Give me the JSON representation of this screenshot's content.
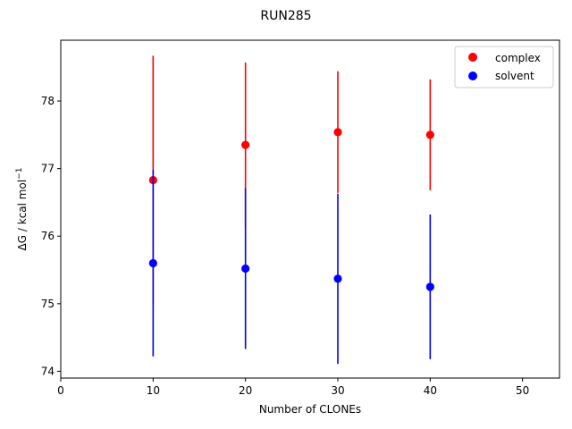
{
  "chart_data": {
    "type": "scatter",
    "title": "RUN285",
    "xlabel": "Number of CLONEs",
    "ylabel": "ΔG / kcal mol",
    "ylabel_superscript": "−1",
    "xlim": [
      0,
      54
    ],
    "ylim": [
      73.9,
      78.9
    ],
    "xticks": [
      0,
      10,
      20,
      30,
      40,
      50
    ],
    "yticks": [
      74,
      75,
      76,
      77,
      78
    ],
    "grid": false,
    "legend_position": "top-right",
    "series": [
      {
        "name": "complex",
        "color": "#ff0000",
        "x": [
          10,
          20,
          30,
          40
        ],
        "y": [
          76.83,
          77.35,
          77.54,
          77.5
        ],
        "yerr": [
          1.84,
          1.22,
          0.9,
          0.82
        ]
      },
      {
        "name": "solvent",
        "color": "#0000ff",
        "x": [
          10,
          20,
          30,
          40
        ],
        "y": [
          75.6,
          75.52,
          75.37,
          75.25
        ],
        "yerr": [
          1.38,
          1.19,
          1.26,
          1.07
        ]
      }
    ]
  }
}
